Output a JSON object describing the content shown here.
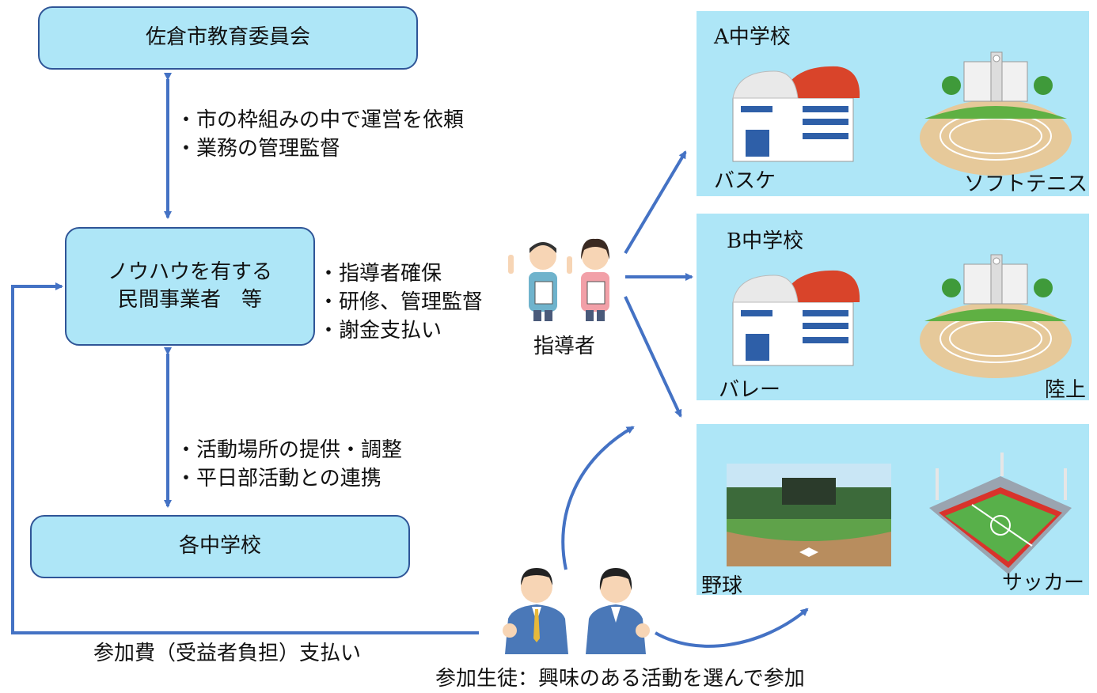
{
  "nodes": {
    "board": "佐倉市教育委員会",
    "provider_line1": "ノウハウを有する",
    "provider_line2": "民間事業者　等",
    "schools": "各中学校"
  },
  "labels": {
    "board_provider": [
      "・市の枠組みの中で運営を依頼",
      "・業務の管理監督"
    ],
    "provider_roles": [
      "・指導者確保",
      "・研修、管理監督",
      "・謝金支払い"
    ],
    "provider_schools": [
      "・活動場所の提供・調整",
      "・平日部活動との連携"
    ],
    "instructors": "指導者",
    "fee": "参加費（受益者負担）支払い",
    "students": "参加生徒：興味のある活動を選んで参加"
  },
  "panels": {
    "a": {
      "title": "A中学校",
      "left": "バスケ",
      "right": "ソフトテニス"
    },
    "b": {
      "title": "B中学校",
      "left": "バレー",
      "right": "陸上"
    },
    "c": {
      "left": "野球",
      "right": "サッカー"
    }
  },
  "colors": {
    "box_fill": "#aee6f7",
    "box_border": "#2f5597",
    "arrow": "#4472c4"
  }
}
